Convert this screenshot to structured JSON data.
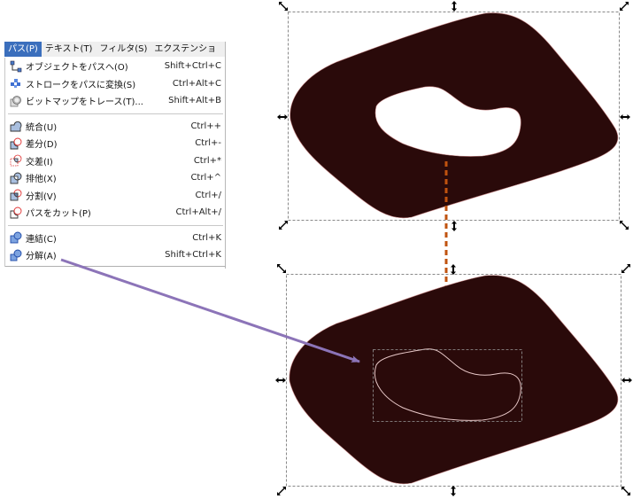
{
  "menubar": {
    "items": [
      {
        "label": "パス(P)",
        "active": true
      },
      {
        "label": "テキスト(T)",
        "active": false
      },
      {
        "label": "フィルタ(S)",
        "active": false
      },
      {
        "label": "エクステンショ",
        "active": false
      }
    ]
  },
  "path_menu": {
    "groups": [
      [
        {
          "icon": "object-to-path-icon",
          "label": "オブジェクトをパスへ(O)",
          "shortcut": "Shift+Ctrl+C"
        },
        {
          "icon": "stroke-to-path-icon",
          "label": "ストロークをパスに変換(S)",
          "shortcut": "Ctrl+Alt+C"
        },
        {
          "icon": "trace-bitmap-icon",
          "label": "ビットマップをトレース(T)...",
          "shortcut": "Shift+Alt+B"
        }
      ],
      [
        {
          "icon": "union-icon",
          "label": "統合(U)",
          "shortcut": "Ctrl++"
        },
        {
          "icon": "difference-icon",
          "label": "差分(D)",
          "shortcut": "Ctrl+-"
        },
        {
          "icon": "intersection-icon",
          "label": "交差(I)",
          "shortcut": "Ctrl+*"
        },
        {
          "icon": "exclusion-icon",
          "label": "排他(X)",
          "shortcut": "Ctrl+^"
        },
        {
          "icon": "division-icon",
          "label": "分割(V)",
          "shortcut": "Ctrl+/"
        },
        {
          "icon": "cut-path-icon",
          "label": "パスをカット(P)",
          "shortcut": "Ctrl+Alt+/"
        }
      ],
      [
        {
          "icon": "combine-icon",
          "label": "連結(C)",
          "shortcut": "Ctrl+K"
        },
        {
          "icon": "break-apart-icon",
          "label": "分解(A)",
          "shortcut": "Shift+Ctrl+K"
        }
      ]
    ]
  },
  "canvas": {
    "shape_fill": "#2a0a0a",
    "shape_edge": "#c98a8a",
    "inner_outline": "#e8c8c8",
    "selection_dash": "#888888",
    "orange_arrow": "#c0530f",
    "purple_arrow": "#8c74b8",
    "handle_color": "#000000"
  }
}
